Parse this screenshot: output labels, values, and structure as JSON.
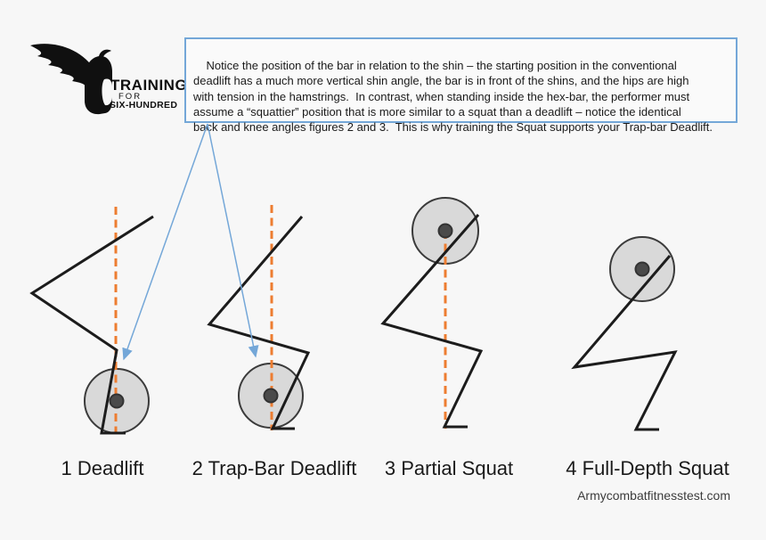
{
  "page": {
    "background": "#F7F7F7"
  },
  "logo": {
    "icon": "winged-spartan-helmet-icon",
    "line1": "TRAINING",
    "line2": "FOR",
    "line3": "SIX-HUNDRED"
  },
  "note_box": {
    "text": "Notice the position of the bar in relation to the shin – the starting position in the conventional\ndeadlift has a much more vertical shin angle, the bar is in front of the shins, and the hips are high\nwith tension in the hamstrings.  In contrast, when standing inside the hex-bar, the performer must\nassume a “squattier” position that is more similar to a squat than a deadlift – notice the identical\nback and knee angles figures 2 and 3.  This is why training the Squat supports your Trap-bar Deadlift.",
    "border_color": "#74A7D8"
  },
  "figures": [
    {
      "id": 1,
      "label": "1 Deadlift",
      "has_plumb_line": true,
      "has_pointer_arrow": true
    },
    {
      "id": 2,
      "label": "2 Trap-Bar Deadlift",
      "has_plumb_line": true,
      "has_pointer_arrow": true
    },
    {
      "id": 3,
      "label": "3 Partial Squat",
      "has_plumb_line": true,
      "has_pointer_arrow": false
    },
    {
      "id": 4,
      "label": "4 Full-Depth Squat",
      "has_plumb_line": false,
      "has_pointer_arrow": false
    }
  ],
  "watermark": "Armycombatfitnesstest.com",
  "colors": {
    "bg": "#F7F7F7",
    "ink": "#1A1A1A",
    "line": "#1C1C1C",
    "accent_orange": "#ED7D31",
    "accent_blue": "#74A7D8",
    "plate_fill": "#D9D9D9",
    "plate_stroke": "#3B3B3B",
    "bar_dot": "#4A4A4A",
    "watermark_ink": "#3C3C3C"
  }
}
